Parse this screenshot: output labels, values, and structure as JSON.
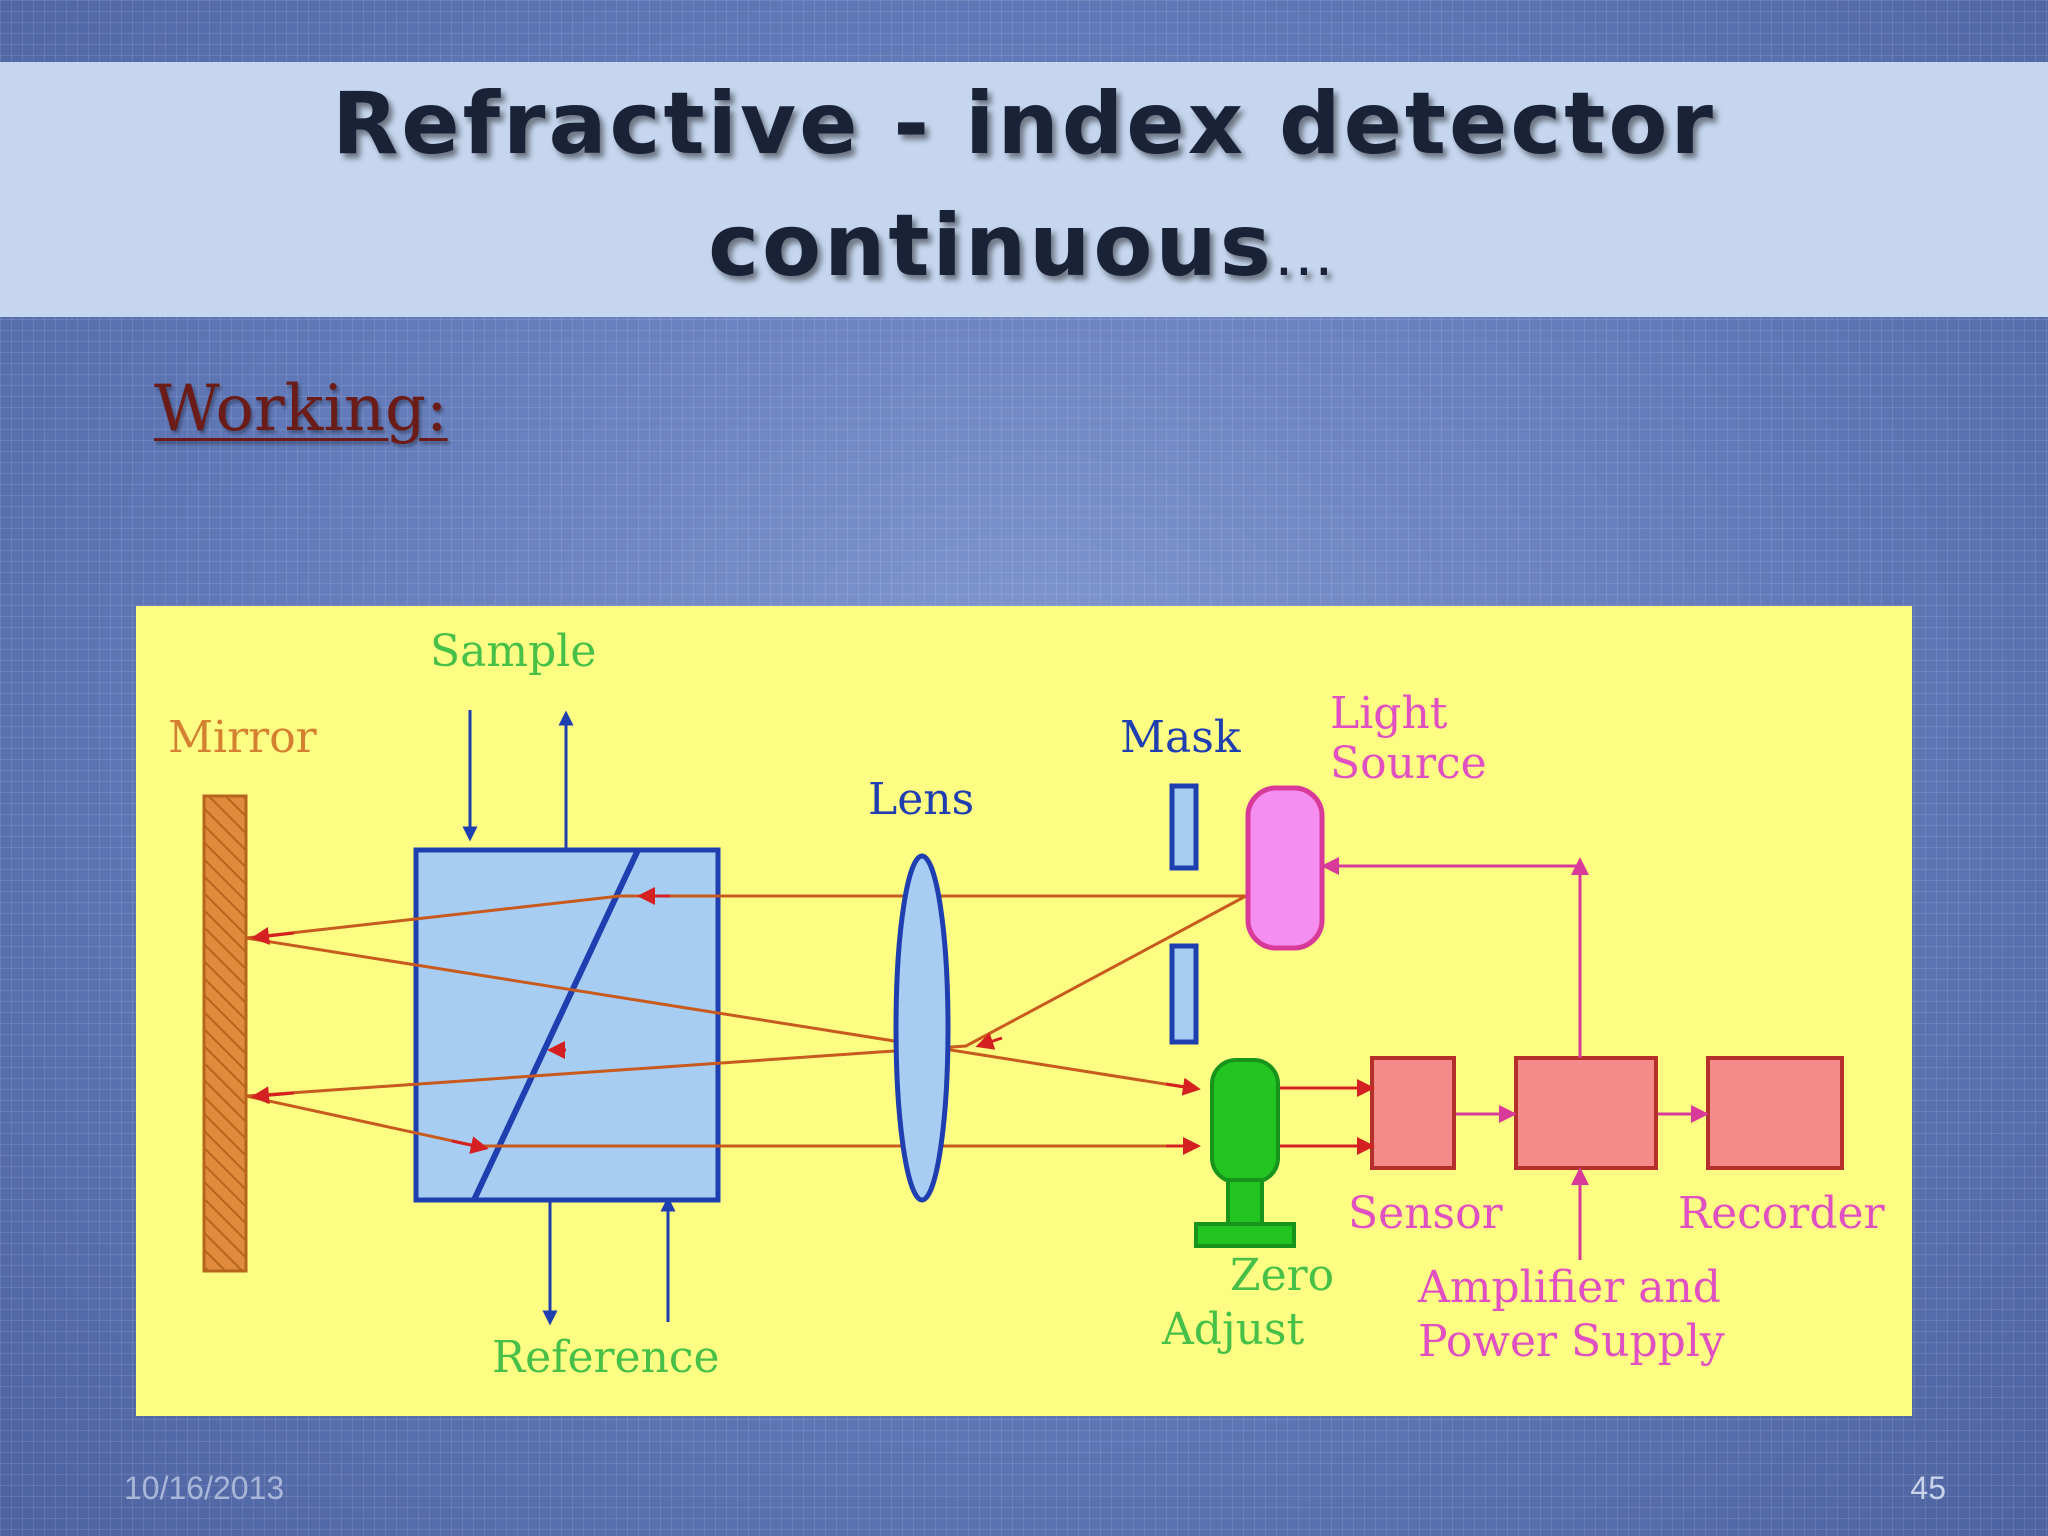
{
  "slide": {
    "title_line1": "Refractive - index detector",
    "title_line2": "continuous",
    "title_ellipsis": "…",
    "subheading": "Working:",
    "date": "10/16/2013",
    "page_number": "45"
  },
  "diagram": {
    "labels": {
      "sample": "Sample",
      "mirror": "Mirror",
      "lens": "Lens",
      "mask": "Mask",
      "light_source_1": "Light",
      "light_source_2": "Source",
      "sensor": "Sensor",
      "recorder": "Recorder",
      "zero_adjust_1": "Zero",
      "zero_adjust_2": "Adjust",
      "amplifier_1": "Amplifier and",
      "amplifier_2": "Power Supply",
      "reference": "Reference"
    },
    "colors": {
      "panel": "#fdfd84",
      "beam": "#c85a1e",
      "arrow_red": "#d42020",
      "optics_blue": "#1f3eb0",
      "cell_fill": "#a8cdf2",
      "mirror": "#e08a3c",
      "light_source": "#f48ef0",
      "zero_adjust": "#22c422",
      "electronics": "#f48a8a",
      "signal": "#d83a9a",
      "sample_label": "#46c046",
      "mirror_label": "#d48030",
      "light_label": "#e050c0"
    }
  }
}
